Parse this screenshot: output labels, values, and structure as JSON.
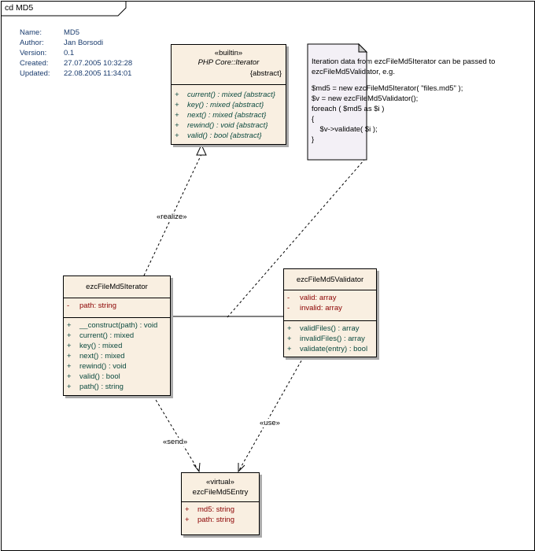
{
  "diagram": {
    "frame_label": "cd MD5"
  },
  "meta": [
    {
      "key": "Name:",
      "value": "MD5"
    },
    {
      "key": "Author:",
      "value": "Jan Borsodi"
    },
    {
      "key": "Version:",
      "value": "0.1"
    },
    {
      "key": "Created:",
      "value": "27.07.2005 10:32:28"
    },
    {
      "key": "Updated:",
      "value": "22.08.2005 11:34:01"
    }
  ],
  "iterator_iface": {
    "stereotype": "«builtin»",
    "name": "PHP Core::Iterator",
    "tag": "{abstract}",
    "ops": [
      {
        "vis": "+",
        "text": "current() : mixed {abstract}"
      },
      {
        "vis": "+",
        "text": "key() : mixed {abstract}"
      },
      {
        "vis": "+",
        "text": "next() : mixed {abstract}"
      },
      {
        "vis": "+",
        "text": "rewind() : void {abstract}"
      },
      {
        "vis": "+",
        "text": "valid() : bool {abstract}"
      }
    ]
  },
  "iterator_class": {
    "name": "ezcFileMd5Iterator",
    "attrs": [
      {
        "vis": "-",
        "text": "path:  string"
      }
    ],
    "ops": [
      {
        "vis": "+",
        "text": "__construct(path) : void"
      },
      {
        "vis": "+",
        "text": "current() : mixed"
      },
      {
        "vis": "+",
        "text": "key() : mixed"
      },
      {
        "vis": "+",
        "text": "next() : mixed"
      },
      {
        "vis": "+",
        "text": "rewind() : void"
      },
      {
        "vis": "+",
        "text": "valid() : bool"
      },
      {
        "vis": "+",
        "text": "path() : string"
      }
    ]
  },
  "validator": {
    "name": "ezcFileMd5Validator",
    "attrs": [
      {
        "vis": "-",
        "text": "valid:  array"
      },
      {
        "vis": "-",
        "text": "invalid:  array"
      }
    ],
    "ops": [
      {
        "vis": "+",
        "text": "validFiles() : array"
      },
      {
        "vis": "+",
        "text": "invalidFiles() : array"
      },
      {
        "vis": "+",
        "text": "validate(entry) : bool"
      }
    ]
  },
  "entry": {
    "stereotype": "«virtual»",
    "name": "ezcFileMd5Entry",
    "attrs": [
      {
        "vis": "+",
        "text": "md5:  string"
      },
      {
        "vis": "+",
        "text": "path:  string"
      }
    ]
  },
  "note": {
    "lines": [
      "Iteration data from ezcFileMd5Iterator can be passed to",
      "ezcFileMd5Validator, e.g.",
      "",
      "$md5 = new ezcFileMd5Iterator( \"files.md5\" );",
      "$v = new ezcFileMd5Validator();",
      "foreach ( $md5 as $i )",
      "{",
      "    $v->validate( $i );",
      "}"
    ]
  },
  "connectors": {
    "realize": "«realize»",
    "send": "«send»",
    "use": "«use»"
  }
}
